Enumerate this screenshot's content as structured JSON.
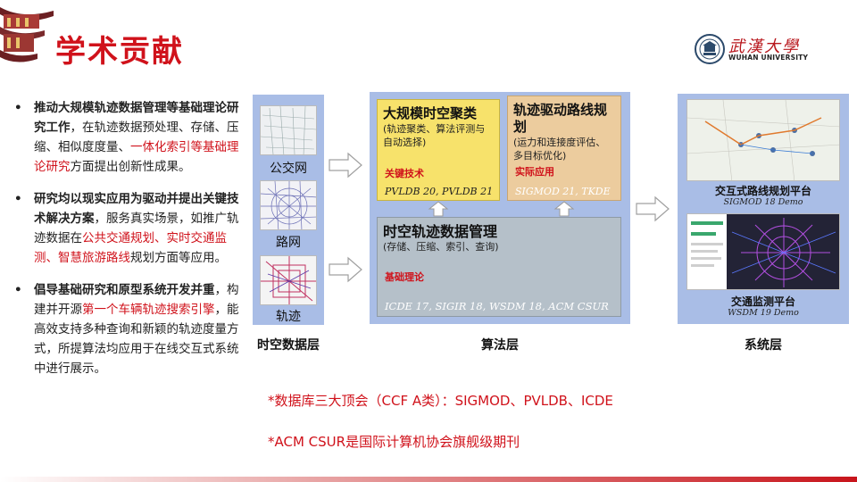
{
  "header": {
    "title": "学术贡献",
    "logo_cn": "武漢大學",
    "logo_en": "WUHAN UNIVERSITY"
  },
  "bullets": [
    {
      "parts": [
        {
          "text": "推动大规模轨迹数据管理等基础理论研究工作",
          "style": "bold"
        },
        {
          "text": "，在轨迹数据预处理、存储、压缩、相似度度量、",
          "style": "normal"
        },
        {
          "text": "一体化索引等基础理论研究",
          "style": "red"
        },
        {
          "text": "方面提出创新性成果。",
          "style": "normal"
        }
      ]
    },
    {
      "parts": [
        {
          "text": "研究均以现实应用为驱动并提出关键技术解决方案",
          "style": "bold"
        },
        {
          "text": "，服务真实场景，如推广轨迹数据在",
          "style": "normal"
        },
        {
          "text": "公共交通规划、实时交通监测、智慧旅游路线",
          "style": "red"
        },
        {
          "text": "规划方面等应用。",
          "style": "normal"
        }
      ]
    },
    {
      "parts": [
        {
          "text": "倡导基础研究和原型系统开发并重",
          "style": "bold"
        },
        {
          "text": "，构建并开源",
          "style": "normal"
        },
        {
          "text": "第一个车辆轨迹搜索引擎",
          "style": "red"
        },
        {
          "text": "，能高效支持多种查询和新颖的轨迹度量方式，所提算法均应用于在线交互式系统中进行展示。",
          "style": "normal"
        }
      ]
    }
  ],
  "data_layer": {
    "label": "时空数据层",
    "sources": [
      "公交网",
      "路网",
      "轨迹"
    ]
  },
  "algorithm_layer": {
    "label": "算法层",
    "clustering": {
      "title": "大规模时空聚类",
      "subtitle": "(轨迹聚类、算法评测与自动选择)",
      "key": "关键技术",
      "cite": "PVLDB 20, PVLDB 21"
    },
    "routing": {
      "title": "轨迹驱动路线规划",
      "subtitle": "(运力和连接度评估、多目标优化)",
      "key": "实际应用",
      "cite": "SIGMOD 21, TKDE"
    },
    "management": {
      "title": "时空轨迹数据管理",
      "subtitle": "(存储、压缩、索引、查询)",
      "key": "基础理论",
      "cite": "ICDE 17, SIGIR 18, WSDM 18, ACM CSUR"
    }
  },
  "system_layer": {
    "label": "系统层",
    "platforms": [
      {
        "title": "交互式路线规划平台",
        "cite": "SIGMOD 18 Demo"
      },
      {
        "title": "交通监测平台",
        "cite": "WSDM 19 Demo"
      }
    ]
  },
  "footnotes": [
    "*数据库三大顶会（CCF A类）：SIGMOD、PVLDB、ICDE",
    "*ACM CSUR是国际计算机协会旗舰级期刊"
  ],
  "colors": {
    "accent_red": "#d0121b",
    "panel_blue": "#a9bde6",
    "clustering_yellow": "#f7e26b",
    "routing_tan": "#eccc9e",
    "management_gray": "#b5c0c9"
  }
}
